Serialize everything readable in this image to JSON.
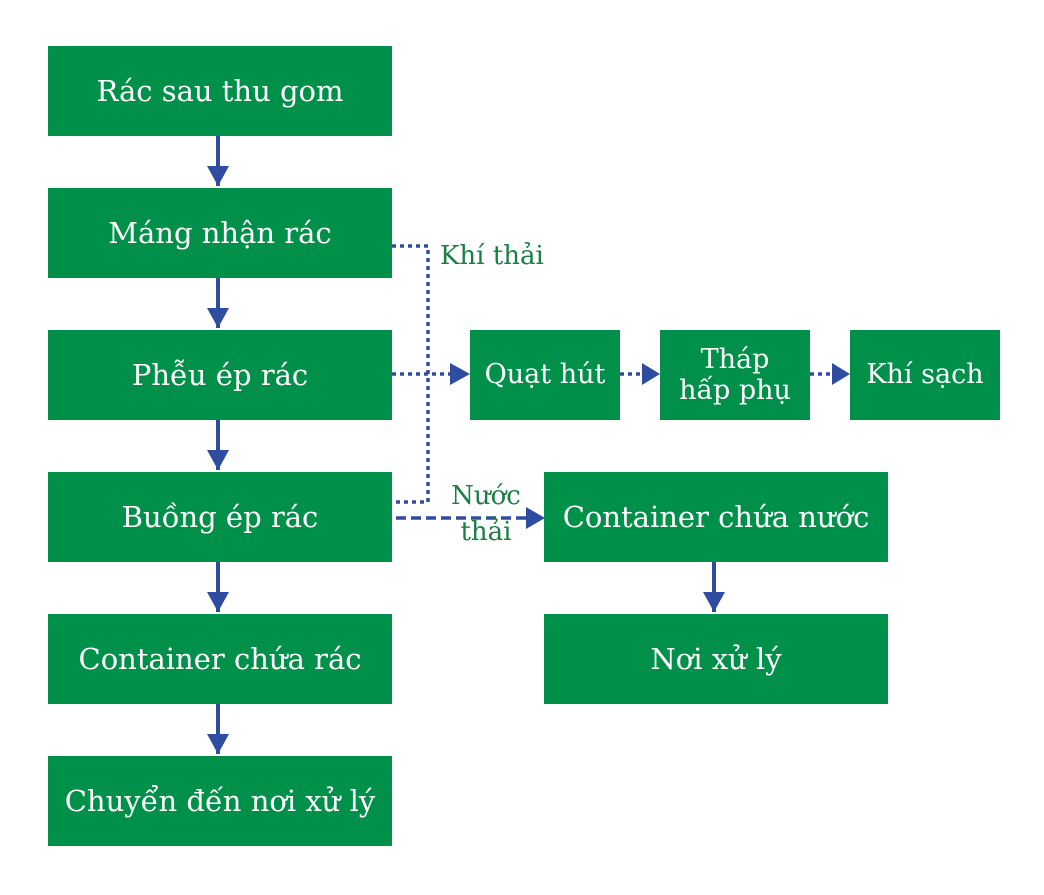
{
  "main_flow": {
    "step1": "Rác sau thu gom",
    "step2": "Máng nhận rác",
    "step3": "Phễu ép rác",
    "step4": "Buồng ép rác",
    "step5": "Container chứa rác",
    "step6": "Chuyển đến nơi xử lý"
  },
  "gas_flow": {
    "label": "Khí thải",
    "fan": "Quạt hút",
    "tower_line1": "Tháp",
    "tower_line2": "hấp phụ",
    "clean": "Khí sạch"
  },
  "water_flow": {
    "label_line1": "Nước",
    "label_line2": "thải",
    "container": "Container chứa nước",
    "treatment": "Nơi xử lý"
  },
  "colors": {
    "box_fill": "#00904a",
    "box_text": "#ffffff",
    "arrow": "#2e4da0",
    "label_text": "#1a7f45"
  }
}
